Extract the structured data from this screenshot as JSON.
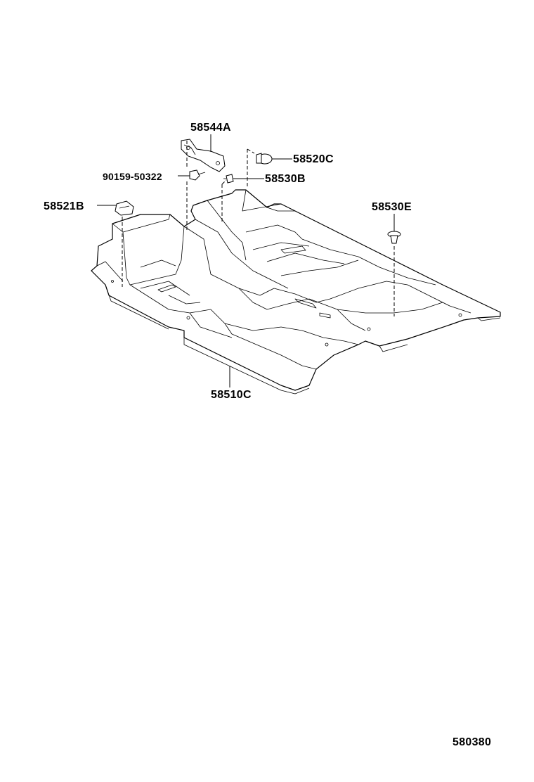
{
  "diagram": {
    "parts": [
      {
        "id": "p1",
        "label": "58544A"
      },
      {
        "id": "p2",
        "label": "58520C"
      },
      {
        "id": "p3",
        "label": "90159-50322"
      },
      {
        "id": "p4",
        "label": "58530B"
      },
      {
        "id": "p5",
        "label": "58521B"
      },
      {
        "id": "p6",
        "label": "58530E"
      },
      {
        "id": "p7",
        "label": "58510C"
      }
    ],
    "drawing_number": "580380"
  }
}
